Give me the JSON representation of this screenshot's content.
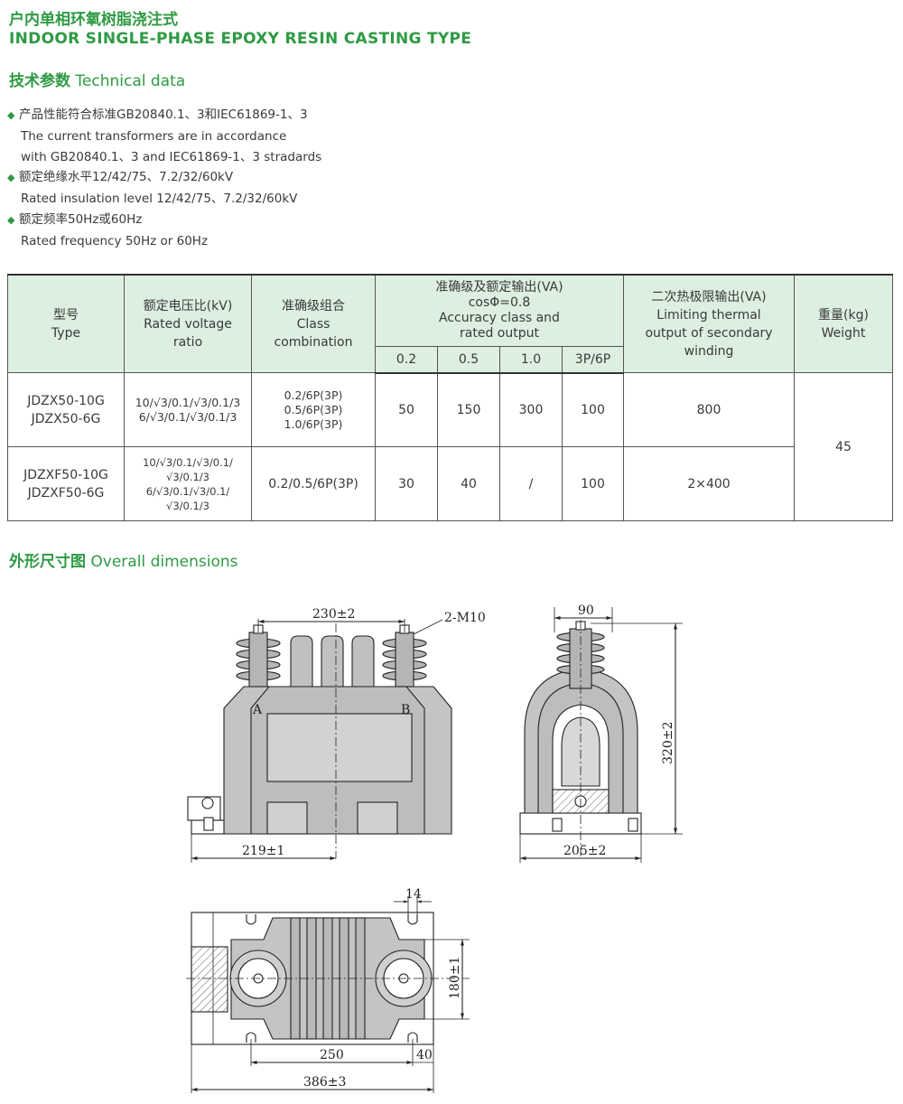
{
  "title": {
    "cn": "户内单相环氧树脂浇注式",
    "en": "INDOOR SINGLE-PHASE EPOXY RESIN CASTING TYPE"
  },
  "technical": {
    "heading_cn": "技术参数",
    "heading_en": "Technical data",
    "lines": [
      {
        "bullet": true,
        "text": "产品性能符合标准GB20840.1、3和IEC61869-1、3"
      },
      {
        "bullet": false,
        "text": "The current transformers are in accordance"
      },
      {
        "bullet": false,
        "text": "with GB20840.1、3 and IEC61869-1、3 stradards"
      },
      {
        "bullet": true,
        "text": "额定绝缘水平12/42/75、7.2/32/60kV"
      },
      {
        "bullet": false,
        "text": "Rated insulation level 12/42/75、7.2/32/60kV"
      },
      {
        "bullet": true,
        "text": "额定频率50Hz或60Hz"
      },
      {
        "bullet": false,
        "text": "Rated frequency 50Hz or 60Hz"
      }
    ]
  },
  "table": {
    "headers": {
      "type_cn": "型号",
      "type_en": "Type",
      "ratio_cn": "额定电压比(kV)",
      "ratio_en1": "Rated voltage",
      "ratio_en2": "ratio",
      "class_cn": "准确级组合",
      "class_en1": "Class",
      "class_en2": "combination",
      "acc_cn": "准确级及额定输出(VA)",
      "acc_cos": "cosΦ=0.8",
      "acc_en1": "Accuracy class and",
      "acc_en2": "rated output",
      "lim_cn": "二次热极限输出(VA)",
      "lim_en1": "Limiting thermal",
      "lim_en2": "output of secondary",
      "lim_en3": "winding",
      "wt_cn": "重量(kg)",
      "wt_en": "Weight",
      "sub": [
        "0.2",
        "0.5",
        "1.0",
        "3P/6P"
      ]
    },
    "rows": [
      {
        "types": [
          "JDZX50-10G",
          "JDZX50-6G"
        ],
        "ratios": [
          "10/√3/0.1/√3/0.1/3",
          "6/√3/0.1/√3/0.1/3"
        ],
        "classes": [
          "0.2/6P(3P)",
          "0.5/6P(3P)",
          "1.0/6P(3P)"
        ],
        "outputs": [
          "50",
          "150",
          "300",
          "100"
        ],
        "limiting": "800"
      },
      {
        "types": [
          "JDZXF50-10G",
          "JDZXF50-6G"
        ],
        "ratios": [
          "10/√3/0.1/√3/0.1/√3/0.1/3",
          "6/√3/0.1/√3/0.1/√3/0.1/3"
        ],
        "classes": [
          "0.2/0.5/6P(3P)"
        ],
        "outputs": [
          "30",
          "40",
          "/",
          "100"
        ],
        "limiting": "2×400"
      }
    ],
    "weight": "45"
  },
  "dimensions": {
    "heading_cn": "外形尺寸图",
    "heading_en": "Overall dimensions",
    "labels": {
      "d230": "230±2",
      "m10": "2-M10",
      "a": "A",
      "b": "B",
      "d219": "219±1",
      "d90": "90",
      "d320": "320±2",
      "d205": "205±2",
      "d14": "14",
      "d180": "180±1",
      "d250": "250",
      "d40": "40",
      "d386": "386±3"
    }
  }
}
